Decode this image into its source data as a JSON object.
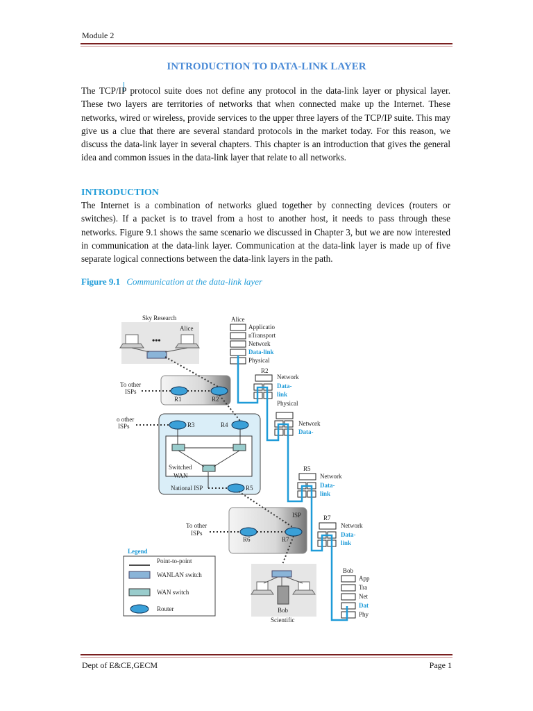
{
  "header": {
    "module": "Module 2"
  },
  "title": "INTRODUCTION TO DATA-LINK LAYER",
  "intro_paragraph": "The TCP/IP protocol suite does not define any protocol in the data-link layer or physical layer. These two layers are territories of networks that when connected make up the Internet. These networks, wired or wireless, provide services to the upper three layers of the TCP/IP suite. This may give us a clue that there are several standard protocols in the market today. For this reason, we discuss the data-link layer in several chapters. This chapter is an introduction that gives the general idea and common issues in the data-link layer that relate to all networks.",
  "section_heading": "INTRODUCTION",
  "section_paragraph": "The Internet is a combination of networks glued together by connecting devices (routers or switches). If a packet is to travel from a host to another host, it needs to pass through these networks. Figure 9.1 shows the same scenario we discussed in Chapter 3, but we are now interested in communication at the data-link layer. Communication at the data-link layer is made up of five separate logical connections between the data-link layers in the path.",
  "figure": {
    "number": "Figure 9.1",
    "caption": "Communication at the data-link layer",
    "labels": {
      "sky_research": "Sky Research",
      "alice_host": "Alice",
      "alice_stack_title": "Alice",
      "to_other_isps_1": "To other",
      "isps_1": "ISPs",
      "to_other_isps_2": "o other",
      "isps_2": "ISPs",
      "to_other_isps_3": "To other",
      "isps_3": "ISPs",
      "r1": "R1",
      "r2": "R2",
      "r3": "R3",
      "r4": "R4",
      "r5": "R5",
      "r6": "R6",
      "r7": "R7",
      "switched": "Switched",
      "wan": "WAN",
      "national_isp": "National ISP",
      "isp": "ISP",
      "bob_host": "Bob",
      "scientific": "Scientific",
      "bob_stack_title": "Bob"
    },
    "alice_stack": [
      "Applicatio",
      "nTransport",
      "Network",
      "Data-link",
      "Physical"
    ],
    "r2_stack": {
      "title": "R2",
      "network": "Network",
      "data1": "Data-",
      "data2": "link",
      "physical": "Physical"
    },
    "r4_stack": {
      "title": "R4",
      "network": "Network",
      "data1": "Data-"
    },
    "r5_stack": {
      "title": "R5",
      "network": "Network",
      "data1": "Data-",
      "data2": "link"
    },
    "r7_stack": {
      "title": "R7",
      "network": "Network",
      "data1": "Data-",
      "data2": "link"
    },
    "bob_stack": [
      "App",
      "Tra",
      "Net",
      "Dat",
      "Phy"
    ],
    "legend": {
      "title": "Legend",
      "point_to_point": "Point-to-point",
      "wanlan_switch": "WANLAN switch",
      "wan_switch": "WAN switch",
      "router": "Router"
    }
  },
  "footer": {
    "left": "Dept of E&CE,GECM",
    "right": "Page 1"
  },
  "colors": {
    "accent": "#1e9bd8",
    "title": "#4a8ad6",
    "rule": "#7a1f1f"
  }
}
